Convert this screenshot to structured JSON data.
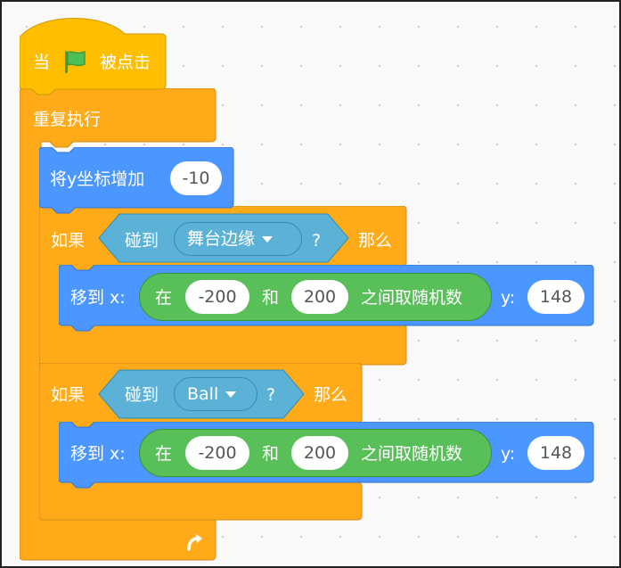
{
  "hat": {
    "when_label": "当",
    "flag_icon": "green-flag-icon",
    "clicked_label": "被点击"
  },
  "forever": {
    "label": "重复执行",
    "loop_icon": "loop-arrow-icon"
  },
  "change_y": {
    "label": "将y坐标增加",
    "value": "-10"
  },
  "if1": {
    "if_label": "如果",
    "touching_label": "碰到",
    "target": "舞台边缘",
    "question": "?",
    "then_label": "那么",
    "goto": {
      "label": "移到 x:",
      "random": {
        "prefix": "在",
        "from": "-200",
        "and_label": "和",
        "to": "200",
        "suffix": "之间取随机数"
      },
      "y_label": "y:",
      "y_value": "148"
    }
  },
  "if2": {
    "if_label": "如果",
    "touching_label": "碰到",
    "target": "Ball",
    "question": "?",
    "then_label": "那么",
    "goto": {
      "label": "移到 x:",
      "random": {
        "prefix": "在",
        "from": "-200",
        "and_label": "和",
        "to": "200",
        "suffix": "之间取随机数"
      },
      "y_label": "y:",
      "y_value": "148"
    }
  },
  "colors": {
    "events": "#ffbf00",
    "control": "#ffab19",
    "motion": "#4c97ff",
    "operators": "#59c059",
    "sensing": "#5cb1d6"
  }
}
